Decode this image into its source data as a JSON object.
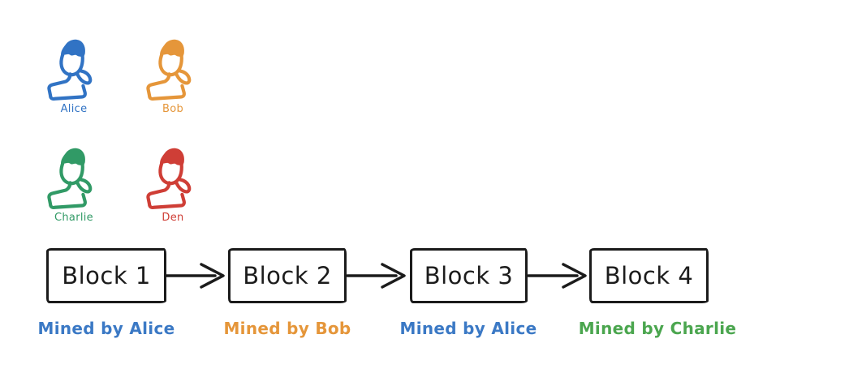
{
  "canvas": {
    "background": "#ffffff",
    "ink": "#1b1b1b"
  },
  "participants": [
    {
      "name": "Alice",
      "color": "#3173c4"
    },
    {
      "name": "Bob",
      "color": "#e5963a"
    },
    {
      "name": "Charlie",
      "color": "#319a66"
    },
    {
      "name": "Den",
      "color": "#cf3e36"
    }
  ],
  "chain": {
    "blocks": [
      {
        "label": "Block 1",
        "mined_by": "Mined by Alice",
        "mined_color": "#3b79c5"
      },
      {
        "label": "Block 2",
        "mined_by": "Mined by Bob",
        "mined_color": "#e5963a"
      },
      {
        "label": "Block 3",
        "mined_by": "Mined by Alice",
        "mined_color": "#3b79c5"
      },
      {
        "label": "Block 4",
        "mined_by": "Mined by Charlie",
        "mined_color": "#4ba64f"
      }
    ]
  }
}
